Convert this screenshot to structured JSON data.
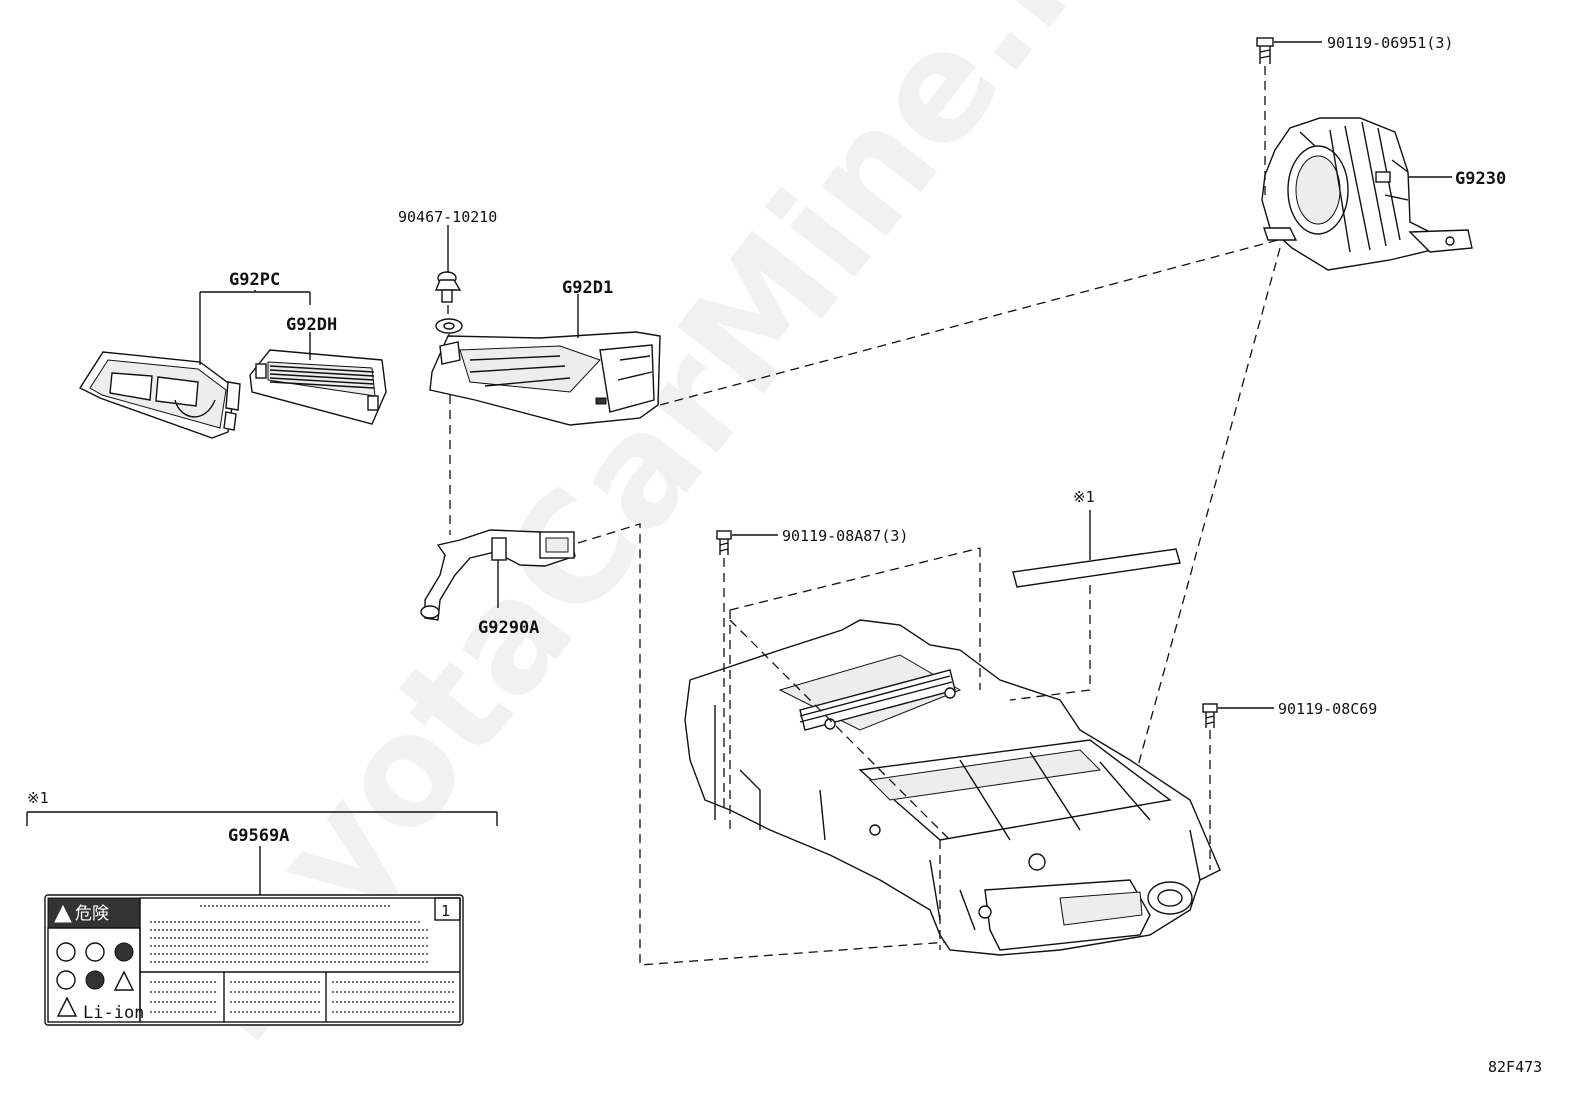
{
  "watermark": "ToyotaCarMine.ru",
  "diagram_code": "82F473",
  "parts": {
    "g92pc": "G92PC",
    "g92dh": "G92DH",
    "g92d1": "G92D1",
    "g9290a": "G9290A",
    "g9230": "G9230",
    "g9569a": "G9569A"
  },
  "part_numbers": {
    "clip": "90467-10210",
    "bolt_top": "90119-06951(3)",
    "bolt_mid": "90119-08A87(3)",
    "bolt_right": "90119-08C69"
  },
  "notes": {
    "ref_label": "※1",
    "ref_label2": "※1"
  },
  "label_card": {
    "title": "危険",
    "number": "1",
    "battery_type": "Li-ion"
  }
}
